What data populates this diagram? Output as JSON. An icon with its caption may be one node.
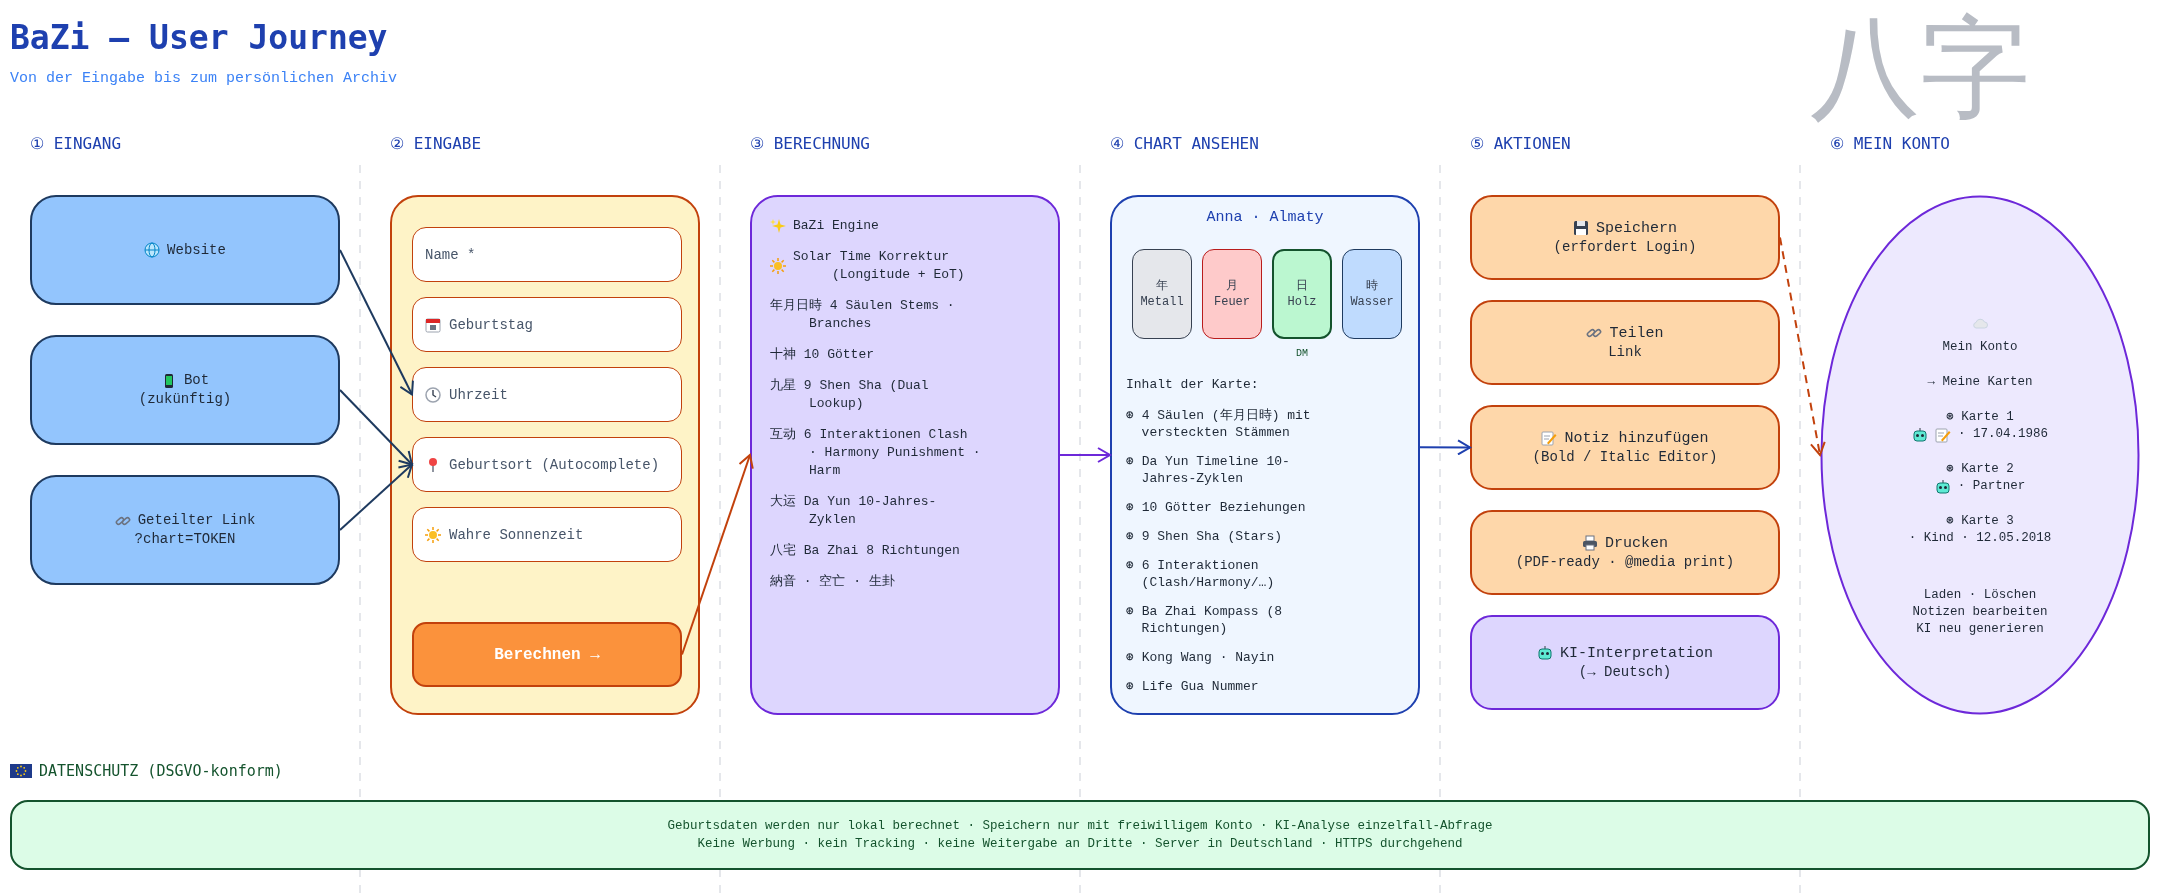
{
  "diagram": {
    "title": "BaZi — User Journey",
    "nodes": [
      {
        "text": [
          "Website"
        ]
      },
      {
        "text": [
          "Bot",
          "(zukünftig)"
        ]
      },
      {
        "text": [
          "Geteilter Link",
          "?chart=TOKEN"
        ]
      },
      {
        "text": [],
        "shape": "box"
      },
      {
        "text": [
          "Name *"
        ],
        "in": 3
      },
      {
        "text": [
          "Geburtstag"
        ],
        "in": 3
      },
      {
        "text": [
          "Uhrzeit"
        ],
        "in": 3
      },
      {
        "text": [
          "Geburtsort (Autocomplete)"
        ],
        "in": 3
      },
      {
        "text": [
          "Wahre Sonnenzeit"
        ],
        "in": 3
      },
      {
        "text": [
          "Berechnen →"
        ],
        "in": 3
      },
      {
        "text": [
          "BaZi Engine",
          "Solar Time Korrektur (Longitude + EoT)",
          "年月日時 4 Säulen Stems · Branches",
          "十神 10 Götter",
          "九星 9 Shen Sha (Dual Lookup)",
          "互动 6 Interaktionen Clash · Harmony Punishment · Harm",
          "大运 Da Yun 10-Jahres-Zyklen",
          "八宅 Ba Zhai 8 Richtungen",
          "納音 · 空亡 · 生卦"
        ]
      },
      {
        "text": [
          "Anna · Almaty",
          "Inhalt der Karte:",
          "⊛ 4 Säulen (年月日時) mit versteckten Stämmen",
          "⊛ Da Yun Timeline 10-Jahres-Zyklen",
          "⊛ 10 Götter Beziehungen",
          "⊛ 9 Shen Sha (Stars)",
          "⊛ 6 Interaktionen (Clash/Harmony/…)",
          "⊛ Ba Zhai Kompass (8 Richtungen)",
          "⊛ Kong Wang · Nayin",
          "⊛ Life Gua Nummer"
        ]
      },
      {
        "text": [
          "年 Metall"
        ],
        "in": 11
      },
      {
        "text": [
          "月 Feuer"
        ],
        "in": 11
      },
      {
        "text": [
          "日 Holz"
        ],
        "in": 11,
        "beside": [
          "DM"
        ]
      },
      {
        "text": [
          "時 Wasser"
        ],
        "in": 11
      },
      {
        "text": [
          "Speichern",
          "(erfordert Login)"
        ]
      },
      {
        "text": [
          "Teilen",
          "Link"
        ]
      },
      {
        "text": [
          "Notiz hinzufügen",
          "(Bold / Italic Editor)"
        ]
      },
      {
        "text": [
          "Drucken",
          "(PDF-ready · @media print)"
        ]
      },
      {
        "text": [
          "KI-Interpretation",
          "(→ Deutsch)"
        ]
      },
      {
        "text": [
          "Mein Konto",
          "→ Meine Karten",
          "⊛ Karte 1",
          "· 17.04.1986",
          "⊛ Karte 2",
          "· Partner",
          "⊛ Karte 3",
          "· Kind · 12.05.2018",
          "Laden · Löschen Notizen bearbeiten KI neu generieren"
        ]
      },
      {
        "text": [
          "DATENSCHUTZ (DSGVO-konform)",
          "Geburtsdaten werden nur lokal berechnet · Speichern nur mit freiwilligem Konto · KI-Analyse einzelfall-Abfrage",
          "Keine Werbung · kein Tracking · keine Weitergabe an Dritte · Server in Deutschland · HTTPS durchgehend"
        ]
      }
    ],
    "edges": [
      {
        "from": 0,
        "to": 6,
        "arrow": "to"
      },
      {
        "from": 1,
        "to": 7,
        "arrow": "to"
      },
      {
        "from": 2,
        "to": 7,
        "arrow": "to"
      },
      {
        "from": 9,
        "to": 10,
        "arrow": "to",
        "color": "#c2410c"
      },
      {
        "from": 10,
        "to": 11,
        "arrow": "to",
        "color": "#6d28d9"
      },
      {
        "from": 11,
        "to": 18,
        "arrow": "to",
        "color": "#1e40af"
      },
      {
        "from": 16,
        "to": 21,
        "arrow": "to",
        "style": "dashed",
        "color": "#c2410c"
      }
    ],
    "labels": [
      "Von der Eingabe bis zum persönlichen Archiv",
      "① EINGANG",
      "② EINGABE",
      "③ BERECHNUNG",
      "④ CHART ANSEHEN",
      "⑤ AKTIONEN",
      "⑥ MEIN KONTO",
      "八字"
    ]
  }
}
